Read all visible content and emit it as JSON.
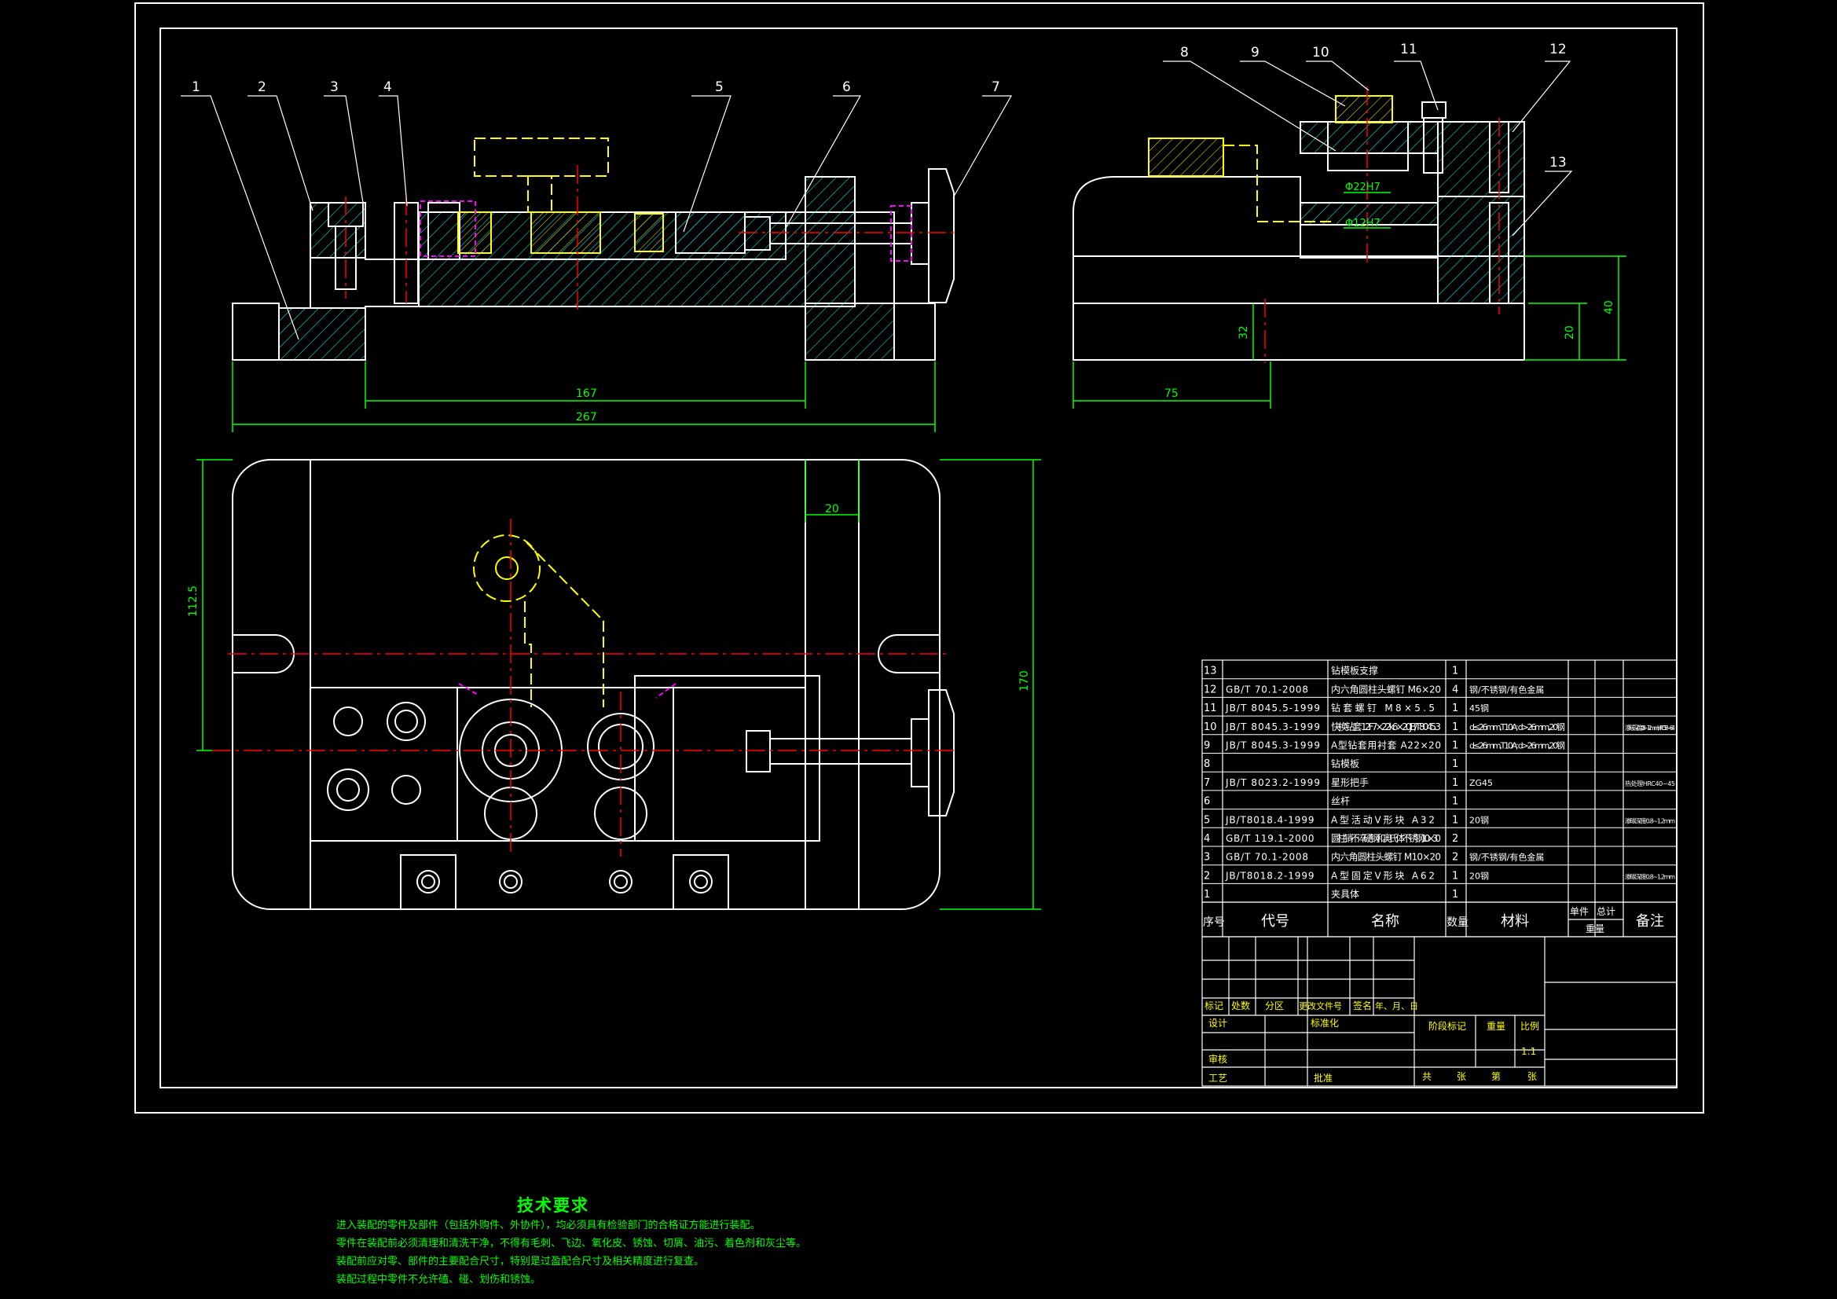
{
  "colors": {
    "outline": "#ffffff",
    "dimension": "#00ff00",
    "centerline": "#ff0000",
    "hatch": "#00ffff",
    "hidden": "#ff00ff",
    "phantom": "#ffff00",
    "background": "#000000"
  },
  "balloons": [
    "1",
    "2",
    "3",
    "4",
    "5",
    "6",
    "7",
    "8",
    "9",
    "10",
    "11",
    "12",
    "13"
  ],
  "dimensions": {
    "d167": "167",
    "d267": "267",
    "d75": "75",
    "d20_top": "20",
    "d20_right": "20",
    "d40": "40",
    "d32": "32",
    "d112_5": "112.5",
    "d170": "170",
    "fit_a": "Φ22H7",
    "fit_b": "Φ12H7"
  },
  "bom": {
    "rows": [
      {
        "no": "13",
        "code": "",
        "name": "钻模板支撑",
        "qty": "1",
        "material": "",
        "note": ""
      },
      {
        "no": "12",
        "code": "GB/T 70.1-2008",
        "name": "内六角圆柱头螺钉 M6×20",
        "qty": "4",
        "material": "钢/不锈钢/有色金属",
        "note": ""
      },
      {
        "no": "11",
        "code": "JB/T 8045.5-1999",
        "name": "钻套螺钉 M8×5.5",
        "qty": "1",
        "material": "45钢",
        "note": ""
      },
      {
        "no": "10",
        "code": "JB/T 8045.3-1999",
        "name": "快换钻套 12F7×22k6×20JB/T8045.3",
        "qty": "1",
        "material": "d≤26mm,T10A; d>26mm,20钢",
        "note": "渗碳深度0.8~1.2mm,HRC58~64"
      },
      {
        "no": "9",
        "code": "JB/T 8045.3-1999",
        "name": "A型钻套用衬套 A22×20",
        "qty": "1",
        "material": "d≤26mm,T10A; d>26mm,20钢",
        "note": ""
      },
      {
        "no": "8",
        "code": "",
        "name": "钻模板",
        "qty": "1",
        "material": "",
        "note": ""
      },
      {
        "no": "7",
        "code": "JB/T 8023.2-1999",
        "name": "星形把手",
        "qty": "1",
        "material": "ZG45",
        "note": "热处理HRC40~45"
      },
      {
        "no": "6",
        "code": "",
        "name": "丝杆",
        "qty": "1",
        "material": "",
        "note": ""
      },
      {
        "no": "5",
        "code": "JB/T8018.4-1999",
        "name": "A型活动V形块 A32",
        "qty": "1",
        "material": "20钢",
        "note": "渗碳深度0.8~1.2mm"
      },
      {
        "no": "4",
        "code": "GB/T 119.1-2000",
        "name": "圆柱销-不淬硬钢和奥氏体不锈钢 10×30",
        "qty": "2",
        "material": "",
        "note": ""
      },
      {
        "no": "3",
        "code": "GB/T 70.1-2008",
        "name": "内六角圆柱头螺钉 M10×20",
        "qty": "2",
        "material": "钢/不锈钢/有色金属",
        "note": ""
      },
      {
        "no": "2",
        "code": "JB/T8018.2-1999",
        "name": "A型固定V形块 A62",
        "qty": "1",
        "material": "20钢",
        "note": "渗碳深度0.8~1.2mm"
      },
      {
        "no": "1",
        "code": "",
        "name": "夹具体",
        "qty": "1",
        "material": "",
        "note": ""
      }
    ],
    "header": {
      "no": "序号",
      "code": "代号",
      "name": "名称",
      "qty": "数量",
      "material": "材料",
      "unit": "单件",
      "total": "总计",
      "weight": "重量",
      "note": "备注"
    }
  },
  "title_block": {
    "mark": "标记",
    "count": "处数",
    "zone": "分区",
    "change_doc": "更改文件号",
    "sign": "签名",
    "date": "年、月、日",
    "design": "设计",
    "standard": "标准化",
    "stage": "阶段标记",
    "weight": "重量",
    "scale": "比例",
    "scale_value": "1:1",
    "review": "审核",
    "process": "工艺",
    "approve": "批准",
    "sheets_total": "共",
    "sheets_label": "张",
    "sheet_no": "第",
    "sheet_label": "张"
  },
  "tech_req": {
    "title": "技术要求",
    "lines": [
      "进入装配的零件及部件（包括外购件、外协件），均必须具有检验部门的合格证方能进行装配。",
      "零件在装配前必须清理和清洗干净，不得有毛刺、飞边、氧化皮、锈蚀、切屑、油污、着色剂和灰尘等。",
      "装配前应对零、部件的主要配合尺寸，特别是过盈配合尺寸及相关精度进行复查。",
      "装配过程中零件不允许磕、碰、划伤和锈蚀。"
    ]
  }
}
